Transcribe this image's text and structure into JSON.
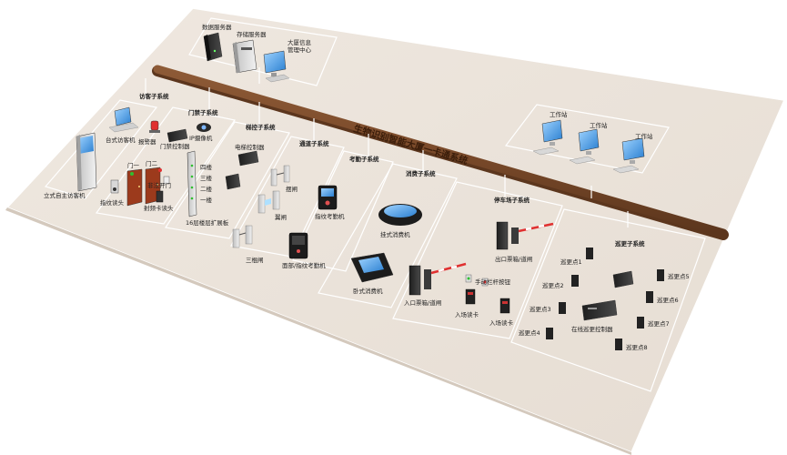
{
  "bus_title": "生物识别智能大厦一卡通系统",
  "servers": {
    "data_server": "数据服务器",
    "storage_server": "存储服务器",
    "mgmt_center_line1": "大厦信息",
    "mgmt_center_line2": "管理中心"
  },
  "workstations": [
    "工作站",
    "工作站",
    "工作站"
  ],
  "subsystems": {
    "visitor": "访客子系统",
    "door": "门禁子系统",
    "elevator": "梯控子系统",
    "channel": "通道子系统",
    "attendance": "考勤子系统",
    "consumption": "消费子系统",
    "parking": "停车场子系统",
    "patrol": "巡更子系统"
  },
  "devices": {
    "kiosk": "立式自主访客机",
    "desktop_visitor": "台式访客机",
    "police_light": "报警器",
    "ip_camera": "IP摄像机",
    "door_controller": "门禁控制器",
    "fingerprint_head": "指纹读头",
    "door1": "门一",
    "door2": "门二",
    "exit_button": "非法开门",
    "card_reader": "射频卡读头",
    "floor_panel": "16层楼层扩展板",
    "floors": [
      "四楼",
      "三楼",
      "二楼",
      "一楼"
    ],
    "elevator_controller": "电梯控制器",
    "swing_gate": "摆闸",
    "wing_gate": "翼闸",
    "tripod_gate": "三棍闸",
    "fp_attendance": "指纹考勤机",
    "face_attendance": "面部/指纹考勤机",
    "table_pos": "挂式消费机",
    "desk_pos": "卧式消费机",
    "exit_barrier": "出口票箱/道闸",
    "entry_barrier": "入口票箱/道闸",
    "manual_barrier": "手动栏杆按钮",
    "entry_reader1": "入场读卡",
    "entry_reader2": "入场读卡",
    "patrol_controller": "在线巡更控制器",
    "patrol_points": [
      "巡更点1",
      "巡更点2",
      "巡更点3",
      "巡更点4",
      "巡更点5",
      "巡更点6",
      "巡更点7",
      "巡更点8"
    ]
  },
  "colors": {
    "platform": "#ede5dc",
    "platform_edge": "#ffffff",
    "bus": "#7a4a2a",
    "line": "#ffffff",
    "screen": "#3a8fd8"
  }
}
